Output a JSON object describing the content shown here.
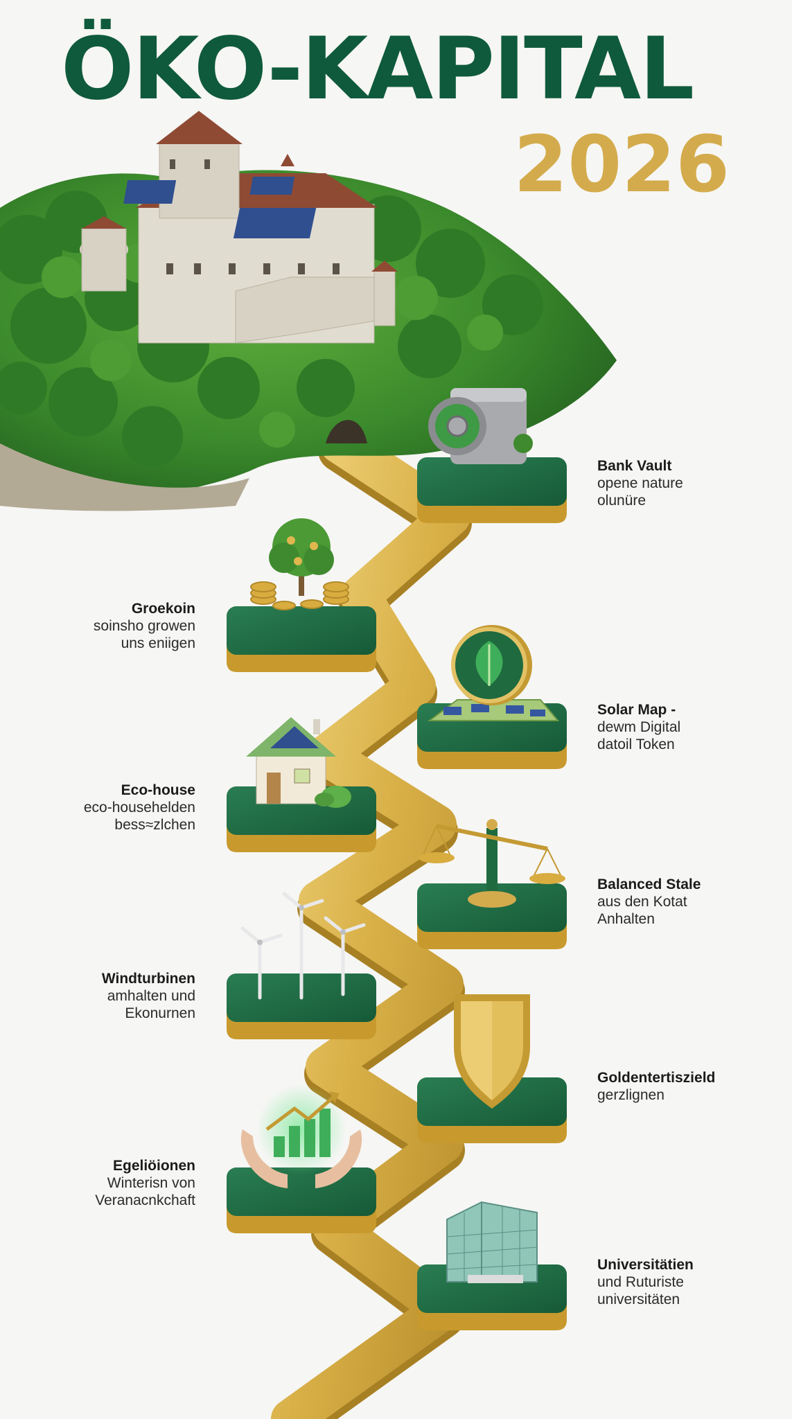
{
  "title": "ÖKO-KAPITAL",
  "year": "2026",
  "colors": {
    "title_green": "#0f5a3c",
    "gold": "#d4ab4c",
    "platform_green": "#1e6b45",
    "background": "#f6f6f4"
  },
  "steps": [
    {
      "title": "Bank Vault",
      "lines": [
        "opene nature",
        "olunüre"
      ],
      "icon": "bank-vault-icon"
    },
    {
      "title": "Groekoin",
      "lines": [
        "soinsho growen",
        "uns eniigen"
      ],
      "icon": "coin-tree-icon"
    },
    {
      "title": "Solar Map -",
      "lines": [
        "dewm Digital",
        "datoil Token"
      ],
      "icon": "solar-map-token-icon"
    },
    {
      "title": "Eco-house",
      "lines": [
        "eco-househelden",
        "bess≈zlchen"
      ],
      "icon": "eco-house-icon"
    },
    {
      "title": "Balanced Stale",
      "lines": [
        "aus den Kotat",
        "Anhalten"
      ],
      "icon": "balance-scale-icon"
    },
    {
      "title": "Windturbinen",
      "lines": [
        "amhalten und",
        "Ekonurnen"
      ],
      "icon": "wind-turbine-icon"
    },
    {
      "title": "Goldentertiszield",
      "lines": [
        "gerzlignen"
      ],
      "icon": "gold-shield-icon"
    },
    {
      "title": "Egeliöionen",
      "lines": [
        "Winterisn von",
        "Veranacnkchaft"
      ],
      "icon": "growth-hands-icon"
    },
    {
      "title": "Universitätien",
      "lines": [
        "und Ruturiste",
        "universitäten"
      ],
      "icon": "university-building-icon"
    }
  ]
}
